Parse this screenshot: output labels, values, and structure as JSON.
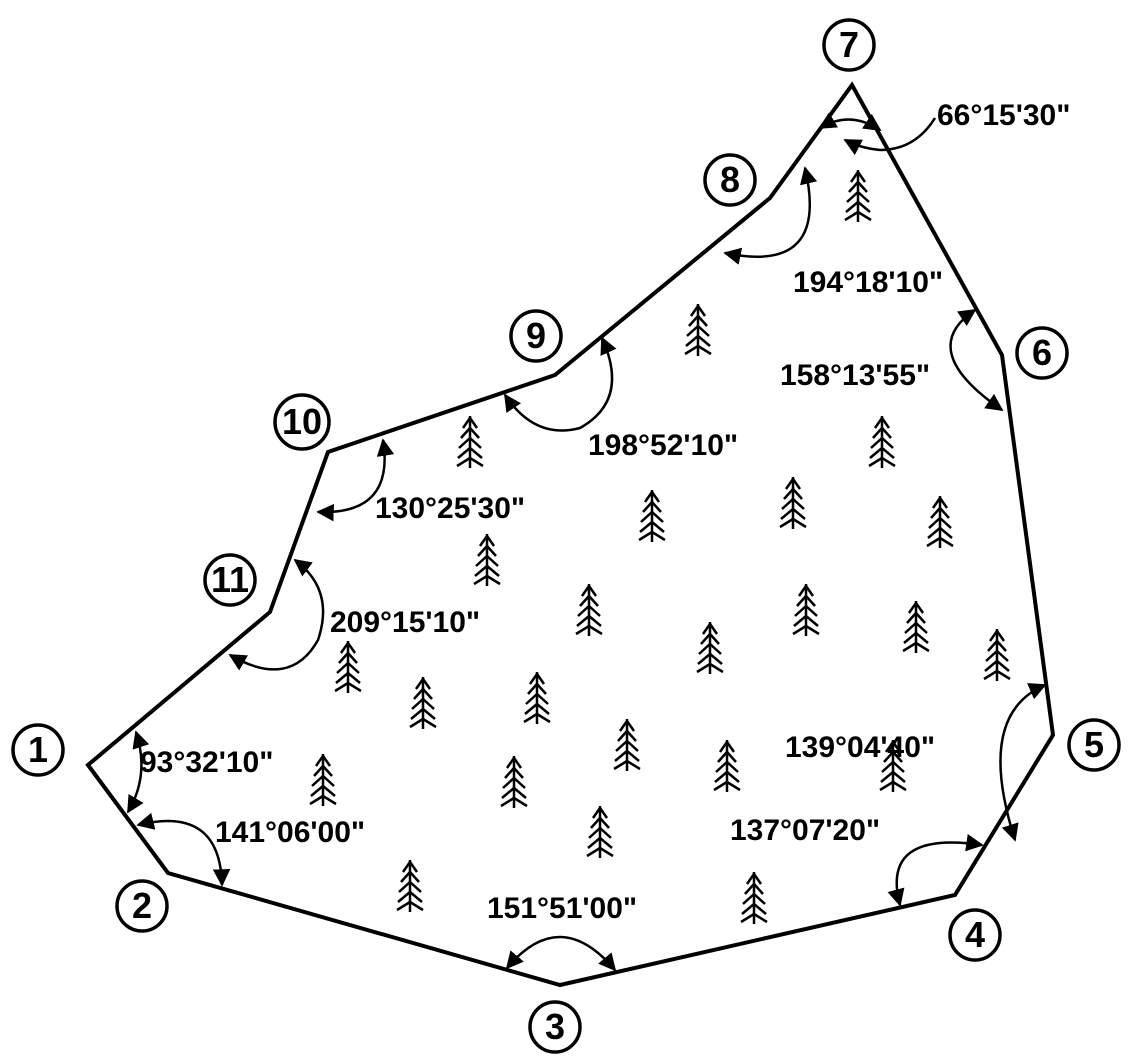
{
  "diagram": {
    "ink_color": "#000000",
    "background_color": "#ffffff",
    "icon": "conifer-tree-icon",
    "stations": [
      {
        "id": "station-1",
        "label": "1"
      },
      {
        "id": "station-2",
        "label": "2"
      },
      {
        "id": "station-3",
        "label": "3"
      },
      {
        "id": "station-4",
        "label": "4"
      },
      {
        "id": "station-5",
        "label": "5"
      },
      {
        "id": "station-6",
        "label": "6"
      },
      {
        "id": "station-7",
        "label": "7"
      },
      {
        "id": "station-8",
        "label": "8"
      },
      {
        "id": "station-9",
        "label": "9"
      },
      {
        "id": "station-10",
        "label": "10"
      },
      {
        "id": "station-11",
        "label": "11"
      }
    ],
    "angles": [
      {
        "station": "1",
        "value": "93°32'10\""
      },
      {
        "station": "2",
        "value": "141°06'00\""
      },
      {
        "station": "3",
        "value": "151°51'00\""
      },
      {
        "station": "4",
        "value": "137°07'20\""
      },
      {
        "station": "5",
        "value": "139°04'40\""
      },
      {
        "station": "6",
        "value": "158°13'55\""
      },
      {
        "station": "7",
        "value": "66°15'30\""
      },
      {
        "station": "8",
        "value": "194°18'10\""
      },
      {
        "station": "9",
        "value": "198°52'10\""
      },
      {
        "station": "10",
        "value": "130°25'30\""
      },
      {
        "station": "11",
        "value": "209°15'10\""
      }
    ]
  }
}
